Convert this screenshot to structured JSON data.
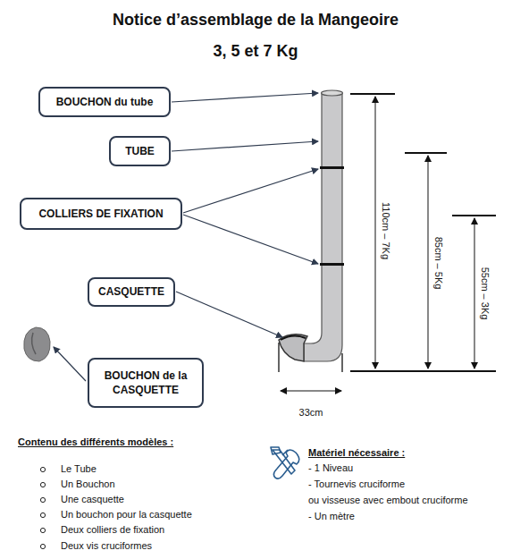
{
  "diagram": {
    "title": "Notice d’assemblage de la Mangeoire",
    "nodes": [
      {
        "text": [
          "BOUCHON du tube"
        ]
      },
      {
        "text": [
          "TUBE"
        ]
      },
      {
        "text": [
          "COLLIERS DE FIXATION"
        ]
      },
      {
        "text": [
          "CASQUETTE"
        ]
      },
      {
        "text": [
          "BOUCHON de la CASQUETTE"
        ]
      }
    ],
    "labels": [
      "3, 5 et 7 Kg",
      "110cm – 7Kg",
      "85cm – 5Kg",
      "55cm – 3Kg",
      "33cm",
      "Contenu des différents modèles :",
      "Le Tube",
      "Un Bouchon",
      "Une casquette",
      "Un bouchon pour la casquette",
      "Deux colliers de fixation",
      "Deux vis cruciformes",
      "Matériel nécessaire :",
      "- 1 Niveau",
      "- Tournevis cruciforme",
      "ou visseuse avec embout cruciforme",
      "- Un mètre"
    ]
  }
}
